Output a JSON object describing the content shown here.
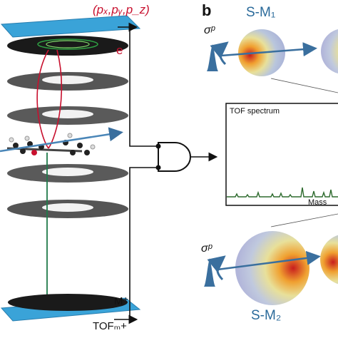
{
  "labels": {
    "momentum": "(pₓ,pᵧ,p_z)",
    "electron": "e",
    "panel_b": "b",
    "state_m1": "S-M₁",
    "state_m2": "S-M₂",
    "sigma_top": "σᵖ",
    "sigma_bottom": "σᵖ",
    "ion": "M⁺",
    "tof_m": "TOFₘ+",
    "tof_spectrum": "TOF spectrum",
    "mass_axis": "Mass"
  },
  "colors": {
    "detector_blue": "#3aa3d8",
    "electron_path": "#c8102e",
    "ion_path": "#1f7a4a",
    "spectrum_line": "#2e6b2e",
    "arrow_blue": "#3a6f9e"
  },
  "icons": [
    "and-gate-icon",
    "laser-pulse-icon",
    "molecule-icon"
  ]
}
